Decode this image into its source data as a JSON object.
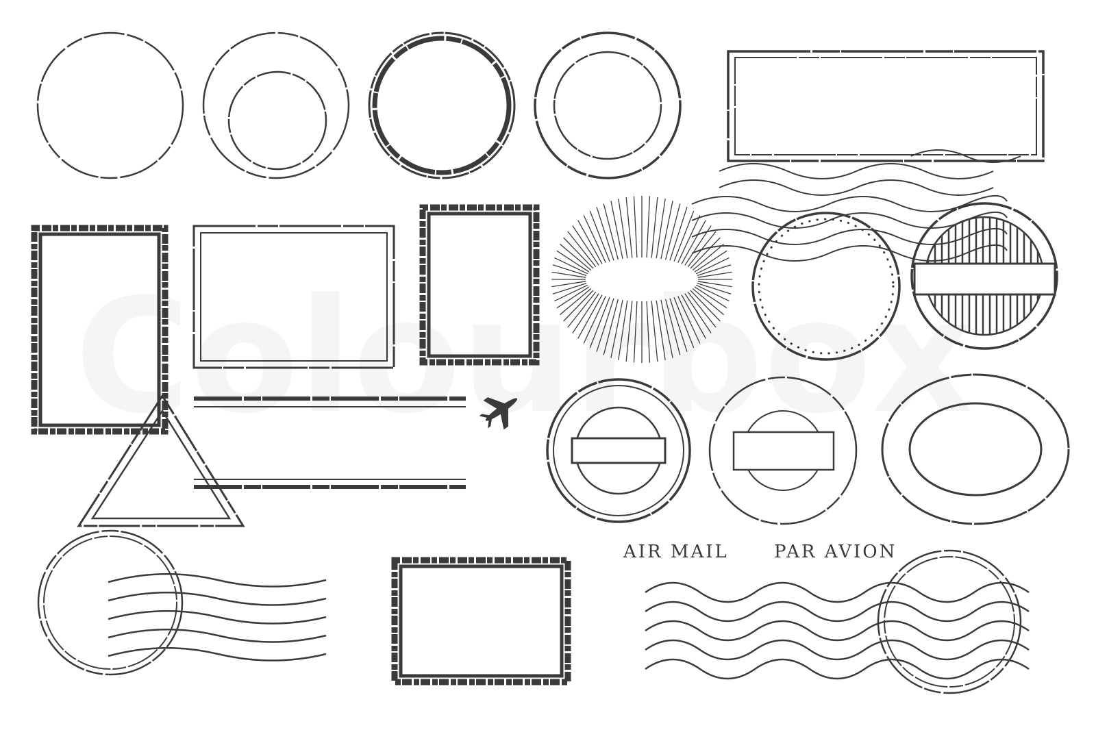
{
  "labels": {
    "air_mail": "AIR MAIL",
    "par_avion": "PAR AVION"
  },
  "watermark": {
    "text": "Colourbox"
  },
  "colors": {
    "ink": "#3a3a3a",
    "background": "#ffffff"
  },
  "icons": {
    "airplane": "airplane-icon"
  }
}
